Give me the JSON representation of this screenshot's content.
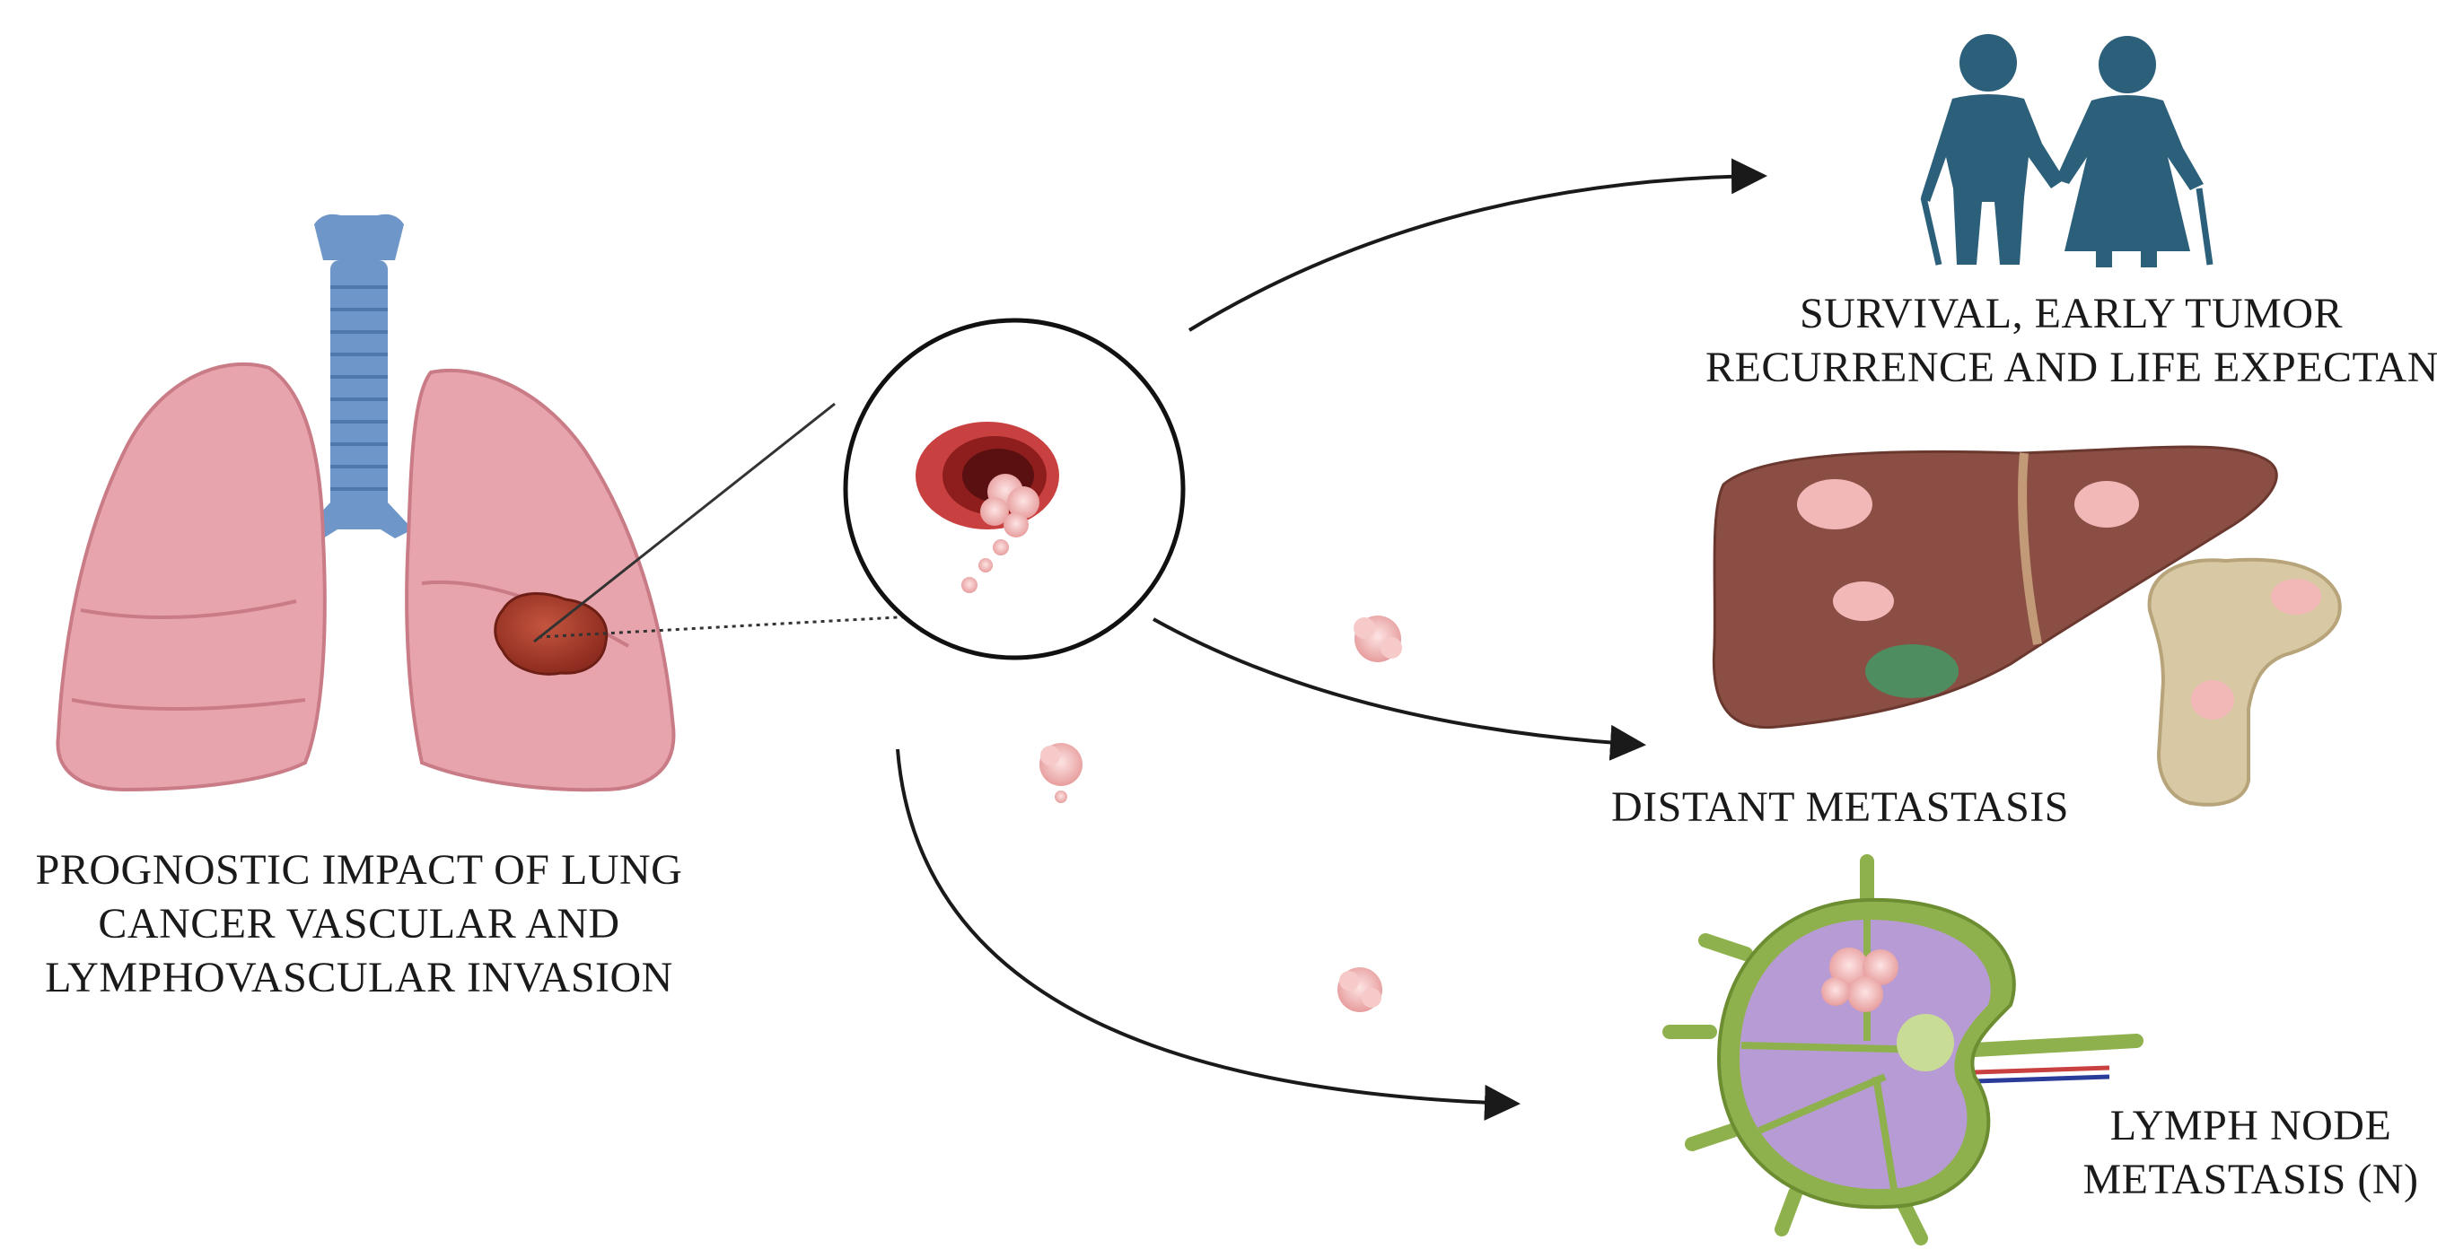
{
  "left_caption": {
    "line1": "PROGNOSTIC IMPACT OF LUNG",
    "line2": "CANCER VASCULAR AND",
    "line3": "LYMPHOVASCULAR INVASION"
  },
  "outcomes": {
    "survival": {
      "line1": "SURVIVAL, EARLY TUMOR",
      "line2": "RECURRENCE AND LIFE EXPECTANCY",
      "icon": "elderly-couple-icon"
    },
    "distant": {
      "line1": "DISTANT METASTASIS",
      "icons": [
        "liver-icon",
        "bone-icon"
      ]
    },
    "lymph": {
      "line1": "LYMPH NODE",
      "line2": "METASTASIS (N)",
      "icon": "lymph-node-icon"
    }
  },
  "colors": {
    "lung": "#e8a4ad",
    "lung_dark": "#c97b86",
    "trachea": "#6f96c9",
    "tumor": "#a83a2a",
    "vessel": "#c8403f",
    "cell": "#f2b7b7",
    "people": "#2b5f7a",
    "liver": "#8a4e44",
    "bone": "#d8c9a4",
    "lymph_outer": "#8fb14d",
    "lymph_inner": "#b79bd4",
    "arrow": "#1a1a1a"
  }
}
